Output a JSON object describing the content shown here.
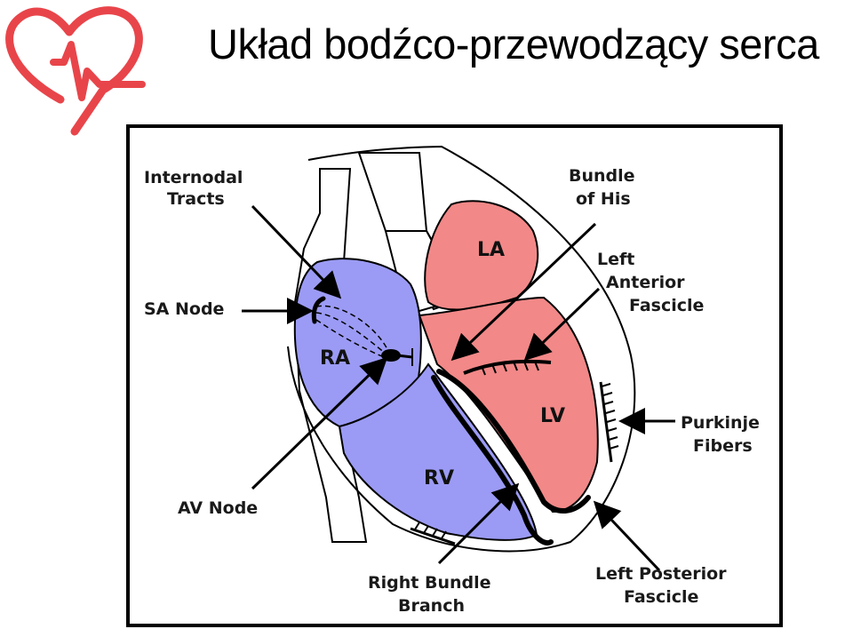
{
  "slide": {
    "title": "Układ bodźco-przewodzący serca",
    "logo_icon": "heart-ecg-icon"
  },
  "colors": {
    "logo": "#e8454a",
    "right_heart": "#9b9bf5",
    "left_heart": "#f28888",
    "outline": "#000000"
  },
  "diagram": {
    "labels": {
      "internodal_1": "Internodal",
      "internodal_2": "Tracts",
      "sa_node": "SA Node",
      "av_node": "AV Node",
      "bundle_his_1": "Bundle",
      "bundle_his_2": "of His",
      "left_anterior_1": "Left",
      "left_anterior_2": "Anterior",
      "left_anterior_3": "Fascicle",
      "purkinje_1": "Purkinje",
      "purkinje_2": "Fibers",
      "right_bundle_1": "Right Bundle",
      "right_bundle_2": "Branch",
      "left_posterior_1": "Left Posterior",
      "left_posterior_2": "Fascicle"
    },
    "chambers": {
      "ra": "RA",
      "rv": "RV",
      "la": "LA",
      "lv": "LV"
    }
  }
}
